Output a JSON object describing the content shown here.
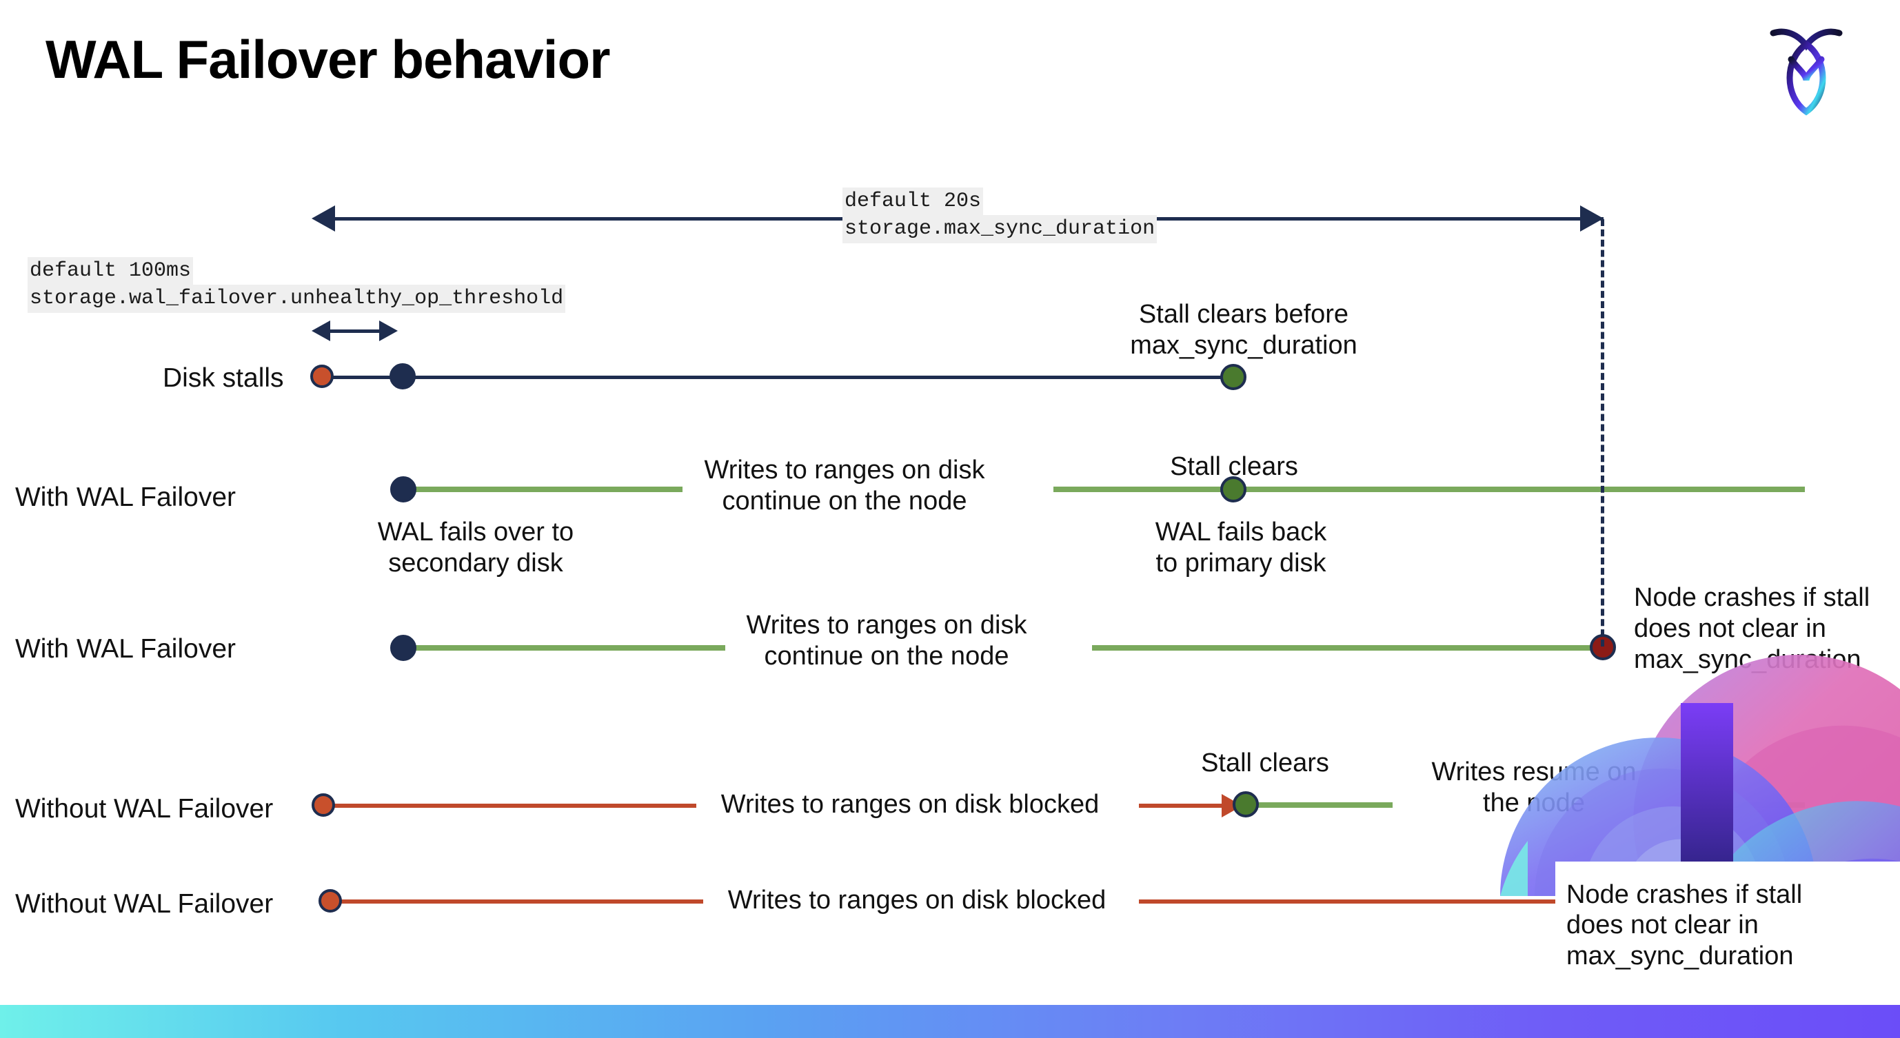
{
  "slide": {
    "title": "WAL Failover behavior",
    "logo_name": "cockroachdb-logo"
  },
  "settings": {
    "max_sync": {
      "default": "default 20s",
      "name": "storage.max_sync_duration"
    },
    "unhealthy": {
      "default": "default 100ms",
      "name": "storage.wal_failover.unhealthy_op_threshold"
    }
  },
  "rows": [
    {
      "label": "Disk stalls",
      "notes": {
        "stall_clears_before": "Stall clears before\nmax_sync_duration"
      }
    },
    {
      "label": "With WAL Failover",
      "notes": {
        "writes_continue": "Writes to ranges on disk\ncontinue on the node",
        "stall_clears": "Stall clears",
        "fails_back": "WAL fails  back\nto primary disk",
        "fails_over": "WAL fails over to\nsecondary disk"
      }
    },
    {
      "label": "With WAL Failover",
      "notes": {
        "writes_continue": "Writes to ranges on disk\ncontinue on the node",
        "node_crashes": "Node crashes if stall\ndoes not clear in\nmax_sync_duration"
      }
    },
    {
      "label": "Without WAL Failover",
      "notes": {
        "writes_blocked": "Writes to ranges on disk  blocked",
        "stall_clears": "Stall clears",
        "writes_resume": "Writes resume on\nthe node"
      }
    },
    {
      "label": "Without WAL Failover",
      "notes": {
        "writes_blocked": "Writes to ranges on disk  blocked",
        "node_crashes": "Node crashes if stall\ndoes not clear in\nmax_sync_duration"
      }
    }
  ],
  "colors": {
    "navy": "#1e2d4f",
    "green_line": "#7aa95c",
    "green_dot": "#4a7a2e",
    "orange_dot": "#c8502c",
    "red_line": "#c0492b",
    "dark_red_dot": "#8c1b16",
    "code_bg": "#efefef",
    "bar_start": "#6ff0ea",
    "bar_end": "#6b4df8"
  }
}
